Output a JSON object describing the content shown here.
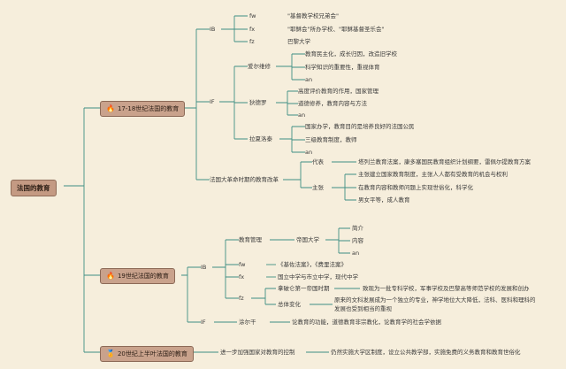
{
  "root": "法国的教育",
  "sections": [
    {
      "label": "17-18世纪法国的教育",
      "icon": "fire-icon",
      "branches": {
        "ib": {
          "label": "IB",
          "items": [
            {
              "key": "fw",
              "text": "\"基督教学校兄弟会\""
            },
            {
              "key": "fx",
              "text": "\"耶稣会\"所办学校、\"耶稣基督圣乐会\""
            },
            {
              "key": "fz",
              "text": "巴黎大学"
            }
          ]
        },
        "if": {
          "label": "IF",
          "people": [
            {
              "name": "爱尔维修",
              "points": [
                "教育民主化，成长归因，改造旧学校",
                "科学知识的重要性，重视体育",
                "an"
              ]
            },
            {
              "name": "狄德罗",
              "points": [
                "高度评价教育的作用，国家管理",
                "道德修养，教育内容与方法",
                "an"
              ]
            },
            {
              "name": "拉夏洛泰",
              "points": [
                "国家办学，教育目的是培养良好的法国公民",
                "三级教育制度，教师",
                "an"
              ]
            }
          ]
        },
        "revolution": {
          "label": "法国大革命时期的教育改革",
          "rep_label": "代表",
          "rep_text": "塔列兰教育法案，康多塞国民教育组织计划纲要，雷佩尔提教育方案",
          "claim_label": "主张",
          "claims": [
            "主张建立国家教育制度，主张人人都有受教育的机会与权利",
            "在教育内容和教师问题上实现世俗化，科学化",
            "男女平等，成人教育"
          ]
        }
      }
    },
    {
      "label": "19世纪法国的教育",
      "icon": "fire-icon",
      "ib": {
        "label": "IB",
        "mgmt_label": "教育管理",
        "univ_label": "帝国大学",
        "univ_points": [
          "简介",
          "内容",
          "an"
        ],
        "fw": {
          "key": "fw",
          "text": "《基佐法案》，《费里法案》"
        },
        "fx": {
          "key": "fx",
          "text": "国立中学与市立中学，现代中学"
        },
        "fz": {
          "key": "fz",
          "first_label": "拿破仑第一帝国时期",
          "first_text": "致现为一批专科学校，军事学校及巴黎高等师范学校的发展和创办",
          "overall_label": "总体变化",
          "overall_lines": [
            "原来的文科发展成为一个独立的专业，神学地位大大降低，法科、医科和理科的",
            "发展也受到相当的重视"
          ]
        }
      },
      "if": {
        "label": "IF",
        "person": "涂尔干",
        "text": "论教育的功能，道德教育非宗教化，论教育学的社会学依据"
      }
    },
    {
      "label": "20世纪上半叶法国的教育",
      "icon": "medal-icon",
      "mid_text": "进一步加强国家对教育的控制",
      "right_text": "仍然实施大学区制度，设立公共教学部，实施免费的义务教育和教育世俗化"
    }
  ],
  "colors": {
    "line": "#3f8f84",
    "background": "#f6eedc",
    "section_bg": "#c9a28c",
    "root_bg": "#c49a83"
  }
}
